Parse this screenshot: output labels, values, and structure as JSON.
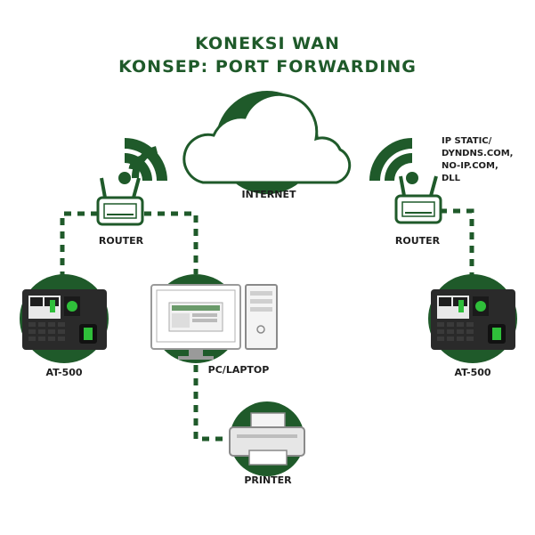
{
  "title_line1": "KONEKSI WAN",
  "title_line2": "KONSEP: PORT FORWARDING",
  "labels": {
    "internet": "INTERNET",
    "router_left": "ROUTER",
    "router_right": "ROUTER",
    "device_left": "AT-500",
    "device_right": "AT-500",
    "pc": "PC/LAPTOP",
    "printer": "PRINTER",
    "ip_note": [
      "IP STATIC/",
      "DYNDNS.COM,",
      "NO-IP.COM,",
      "DLL"
    ]
  },
  "colors": {
    "brand_green": "#1f5a2a",
    "accent_green": "#2fbf3a",
    "text": "#1e1e1e"
  },
  "icons": [
    "cloud-icon",
    "wifi-icon",
    "router-icon",
    "attendance-device-icon",
    "monitor-icon",
    "pc-tower-icon",
    "printer-icon"
  ]
}
